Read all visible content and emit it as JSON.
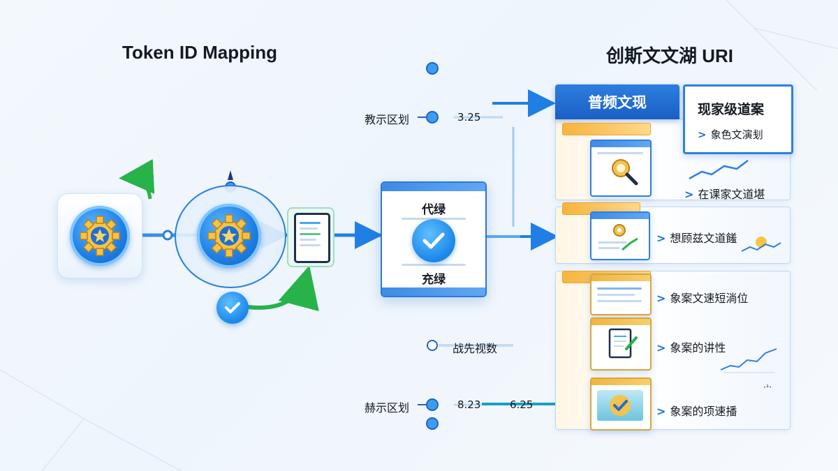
{
  "titles": {
    "left": "Token ID Mapping",
    "right": "创斯文文湖 URI"
  },
  "center_panel": {
    "top_text": "代绿",
    "bottom_text": "充绿"
  },
  "axis": {
    "label_top": "教示区划",
    "value_top": "3.25",
    "label_mid": "战先视数",
    "label_bottom": "赫示区划",
    "value_bottom_a": "8.23",
    "value_bottom_b": "6.25"
  },
  "right": {
    "header": "普频文现",
    "card_title": "现家级道案",
    "card_sub": "象色文演刬",
    "item_1": "在课家文道堪",
    "item_2": "想顾兹文道饈",
    "item_3": "象案文速短淌位",
    "item_4": "象案的讲性",
    "item_5": "象案的项速播",
    "small_mark": "·ꜜ·"
  },
  "icons": [
    "gear-icon",
    "check-icon",
    "document-icon",
    "magnifier-icon",
    "chart-icon",
    "arrow-icon"
  ],
  "colors": {
    "primary_blue": "#1f7fe5",
    "accent_green": "#27b24a",
    "accent_orange": "#f2a531",
    "accent_gold": "#e6b43b"
  }
}
